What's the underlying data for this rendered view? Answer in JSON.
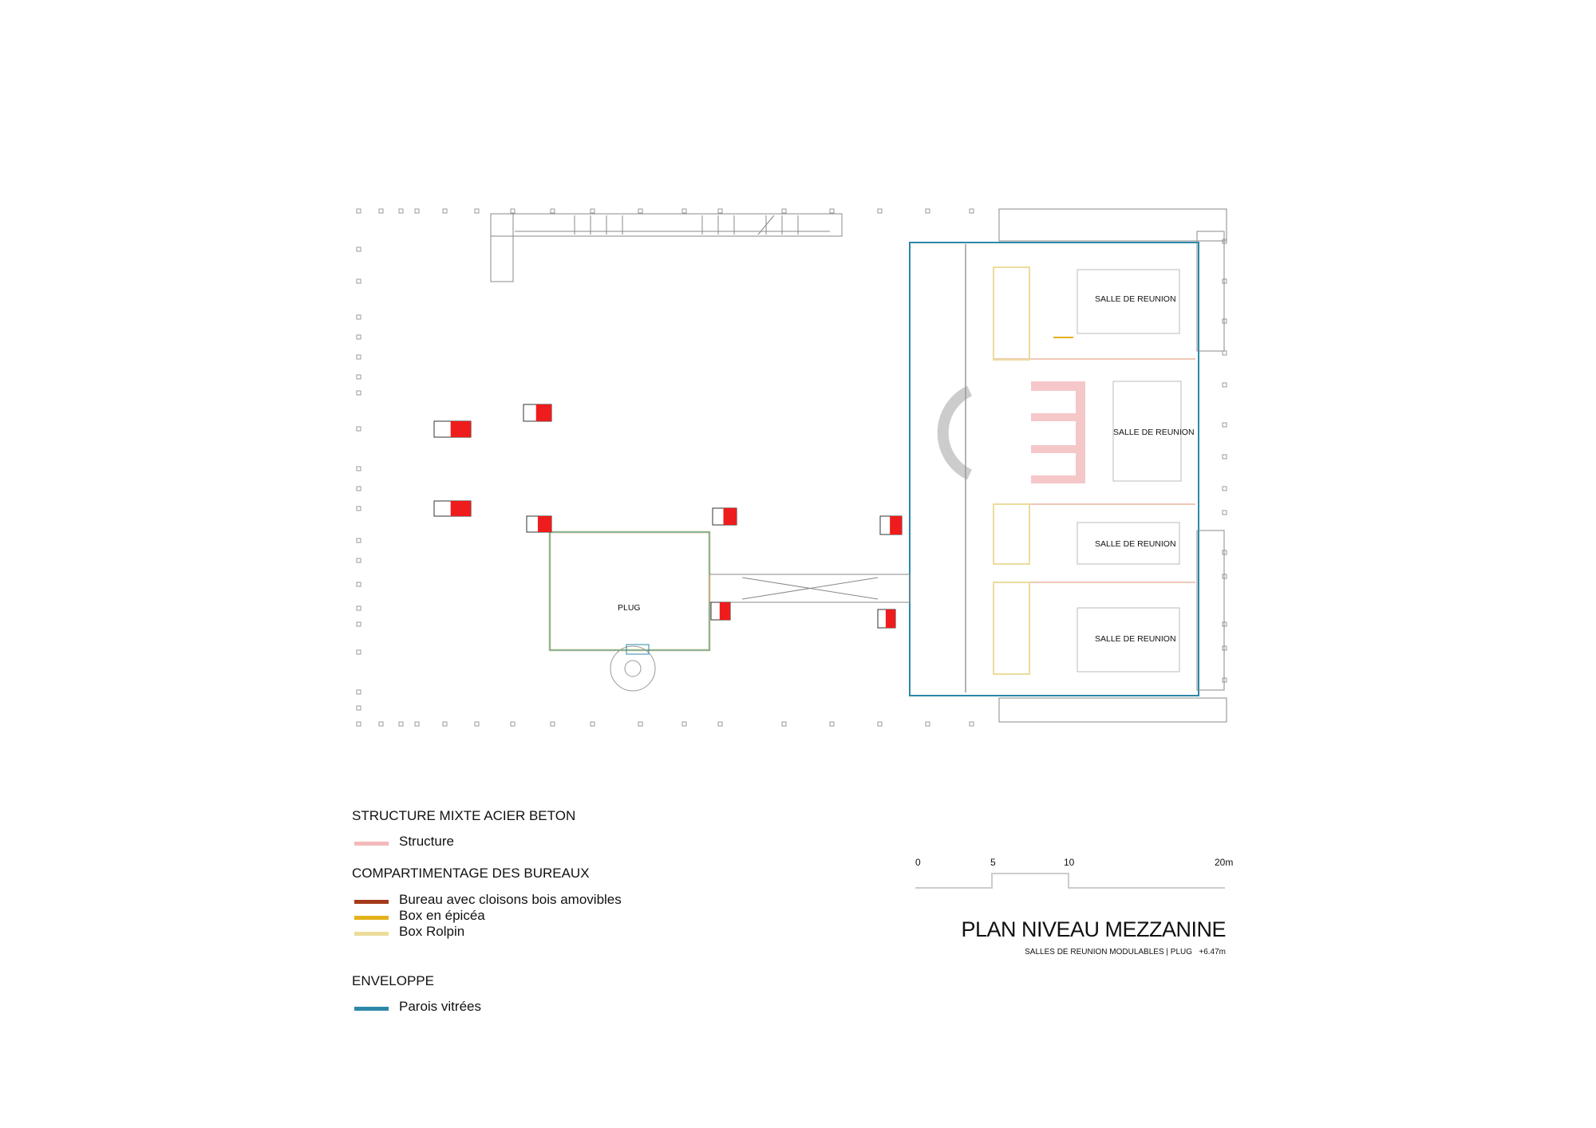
{
  "plan": {
    "rooms": [
      {
        "label": "SALLE DE REUNION"
      },
      {
        "label": "SALLE DE REUNION"
      },
      {
        "label": "SALLE DE REUNION"
      },
      {
        "label": "SALLE DE REUNION"
      },
      {
        "label": "PLUG"
      }
    ]
  },
  "legend": {
    "groups": [
      {
        "title": "STRUCTURE MIXTE ACIER BETON",
        "items": [
          {
            "label": "Structure",
            "color": "#f4b9bb"
          }
        ]
      },
      {
        "title": "COMPARTIMENTAGE DES BUREAUX",
        "items": [
          {
            "label": "Bureau avec cloisons bois amovibles",
            "color": "#a5391a"
          },
          {
            "label": "Box en épicéa",
            "color": "#e3b21a"
          },
          {
            "label": "Box Rolpin",
            "color": "#ecdc9c"
          }
        ]
      },
      {
        "title": "ENVELOPPE",
        "items": [
          {
            "label": "Parois vitrées",
            "color": "#2b88a8"
          }
        ]
      }
    ]
  },
  "scale": {
    "ticks": [
      "0",
      "5",
      "10",
      "20m"
    ]
  },
  "title": {
    "main": "PLAN NIVEAU MEZZANINE",
    "subtitle": "SALLES DE REUNION MODULABLES | PLUG",
    "level": "+6.47m"
  },
  "colors": {
    "cube_red": "#ee1c1c",
    "glass": "#2b88a8",
    "structure": "#f4b9bb",
    "rolpin": "#ecdc9c",
    "epicea": "#e3b21a"
  }
}
